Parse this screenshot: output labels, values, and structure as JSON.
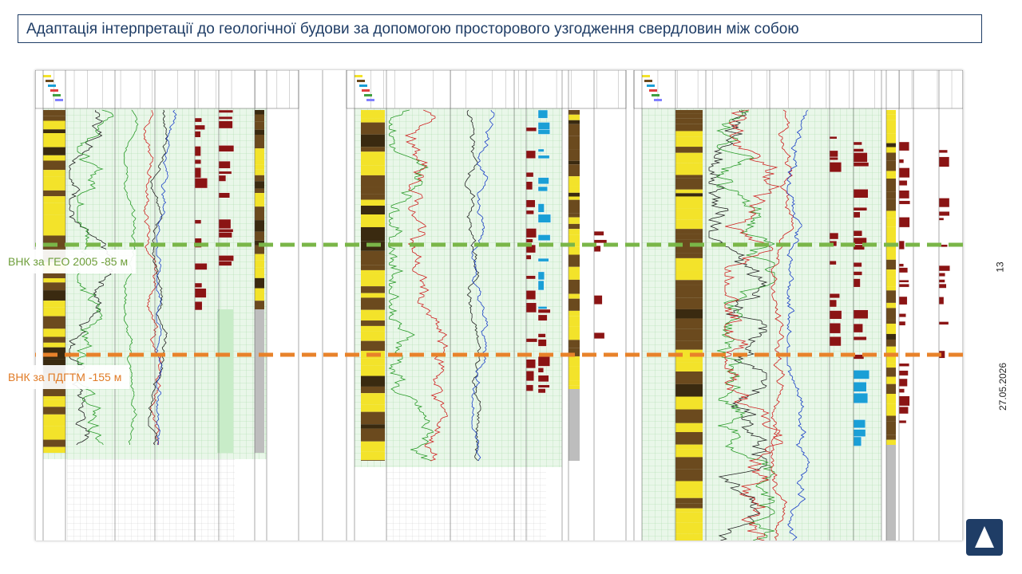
{
  "slide": {
    "title": "Адаптація інтерпретації до геологічної будови за допомогою просторового узгодження свердловин між собою",
    "page_number": "13",
    "date": "27.05.2026"
  },
  "contacts": [
    {
      "label": "ВНК за ГЕО 2005 -85 м",
      "color": "#7ab648"
    },
    {
      "label": "ВНК за ПДГТМ -155 м",
      "color": "#e8822a"
    }
  ],
  "colors": {
    "title_text": "#1f3d66",
    "logo_bg": "#1f3d66",
    "grid_green": "#bfe6bf",
    "sand_yellow": "#f3e32a",
    "clay_brown": "#6b4a1e",
    "interval_red": "#8b1414",
    "water_blue": "#1a9fd6"
  },
  "icons": {
    "logo": "triangle-logo-icon"
  }
}
